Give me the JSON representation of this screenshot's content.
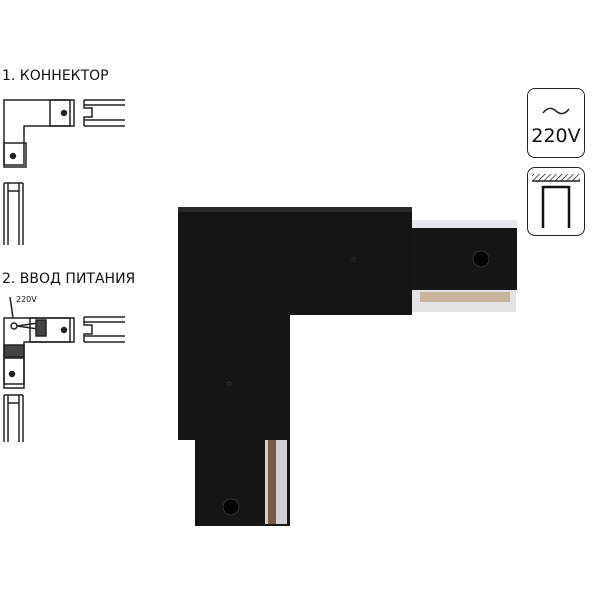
{
  "sections": [
    {
      "title": "1. КОННЕКТОР"
    },
    {
      "title": "2. ВВОД ПИТАНИЯ",
      "wire_label": "220V"
    }
  ],
  "badges": {
    "voltage": {
      "icon": "ac-wave-icon",
      "label": "220V"
    },
    "mount": {
      "icon": "surface-mount-icon"
    }
  },
  "colors": {
    "product": "#141414",
    "insert": "#d8d8dc",
    "outline": "#222222"
  }
}
